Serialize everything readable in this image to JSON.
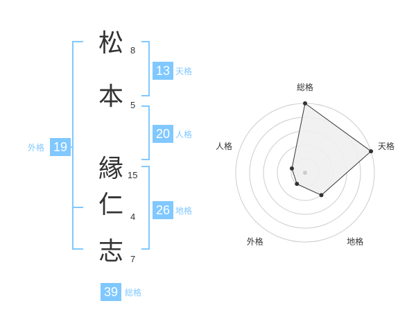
{
  "name": {
    "surname": [
      {
        "char": "松",
        "strokes": "8"
      },
      {
        "char": "本",
        "strokes": "5"
      }
    ],
    "given": [
      {
        "char": "縁",
        "strokes": "15"
      },
      {
        "char": "仁",
        "strokes": "4"
      },
      {
        "char": "志",
        "strokes": "7"
      }
    ]
  },
  "fortunes": {
    "tenkaku": {
      "value": "13",
      "label": "天格"
    },
    "jinkaku": {
      "value": "20",
      "label": "人格"
    },
    "chikaku": {
      "value": "26",
      "label": "地格"
    },
    "gaikaku": {
      "value": "19",
      "label": "外格"
    },
    "soukaku": {
      "value": "39",
      "label": "総格"
    }
  },
  "radar": {
    "labels": [
      "総格",
      "天格",
      "地格",
      "外格",
      "人格"
    ],
    "levels": 5,
    "values": [
      5,
      5,
      2,
      1,
      1
    ],
    "colors": {
      "ring": "#cccccc",
      "fill": "#f0f0f0",
      "stroke": "#333333",
      "point": "#333333",
      "center": "#cccccc"
    }
  },
  "colors": {
    "accent": "#80c8ff",
    "text": "#333333"
  }
}
